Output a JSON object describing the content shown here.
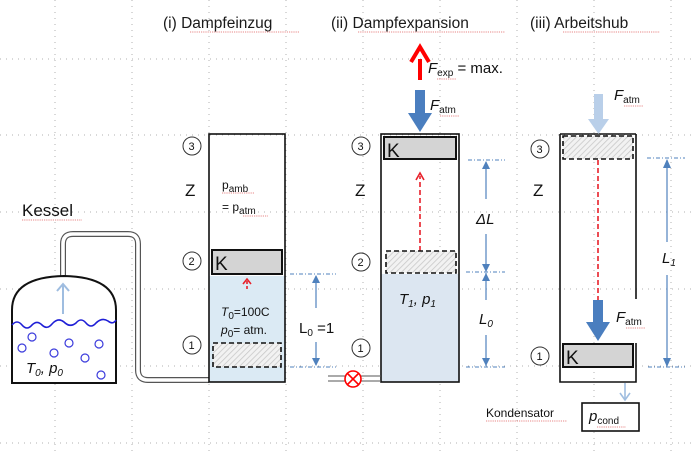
{
  "titles": {
    "stage1": "(i) Dampfeinzug",
    "stage2": "(ii) Dampfexpansion",
    "stage3": "(iii) Arbeitshub"
  },
  "boiler": {
    "label": "Kessel",
    "state_T": "T",
    "state_T_sub": "0",
    "state_sep": ", ",
    "state_p": "p",
    "state_p_sub": "0"
  },
  "cylinder_label": "Z",
  "piston_label": "K",
  "positions": {
    "p1": "1",
    "p2": "2",
    "p3": "3"
  },
  "stage1": {
    "ambient_p": "p",
    "ambient_sub": "amb",
    "ambient_eq": "= p",
    "ambient_eq_sub": "atm",
    "T0": "T",
    "T0_sub": "0",
    "T0_val": "=100C",
    "p0": "p",
    "p0_sub": "0",
    "p0_val": "= atm.",
    "length_label": "L",
    "length_sub": "0",
    "length_val": " =1"
  },
  "stage2": {
    "force_exp": "F",
    "force_exp_sub": "exp",
    "force_exp_val": " = max.",
    "force_atm": "F",
    "force_atm_sub": "atm",
    "state_T": "T",
    "state_T_sub": "1",
    "state_sep": ", ",
    "state_p": "p",
    "state_p_sub": "1",
    "delta_label": "ΔL",
    "length_label": "L",
    "length_sub": "0",
    "valve_icon": "closed-valve-icon"
  },
  "stage3": {
    "force_atm_top": "F",
    "force_atm_top_sub": "atm",
    "force_atm_inner": "F",
    "force_atm_inner_sub": "atm",
    "length_label": "L",
    "length_sub": "1",
    "condenser_label": "Kondensator",
    "condenser_p": "p",
    "condenser_sub": "cond"
  },
  "colors": {
    "steam_fill": "#dbeaf4",
    "steam_fill2": "#dce6f1",
    "piston_fill": "#d4d4d4",
    "force_red": "#ff0000",
    "force_blue": "#4a7ebf",
    "force_light_blue": "#b9cfe9",
    "dim_blue": "#4f81bd",
    "water_blue": "#1f1fd6",
    "bubble_blue": "#3b3bdc",
    "dashed_red": "#e8202a"
  }
}
